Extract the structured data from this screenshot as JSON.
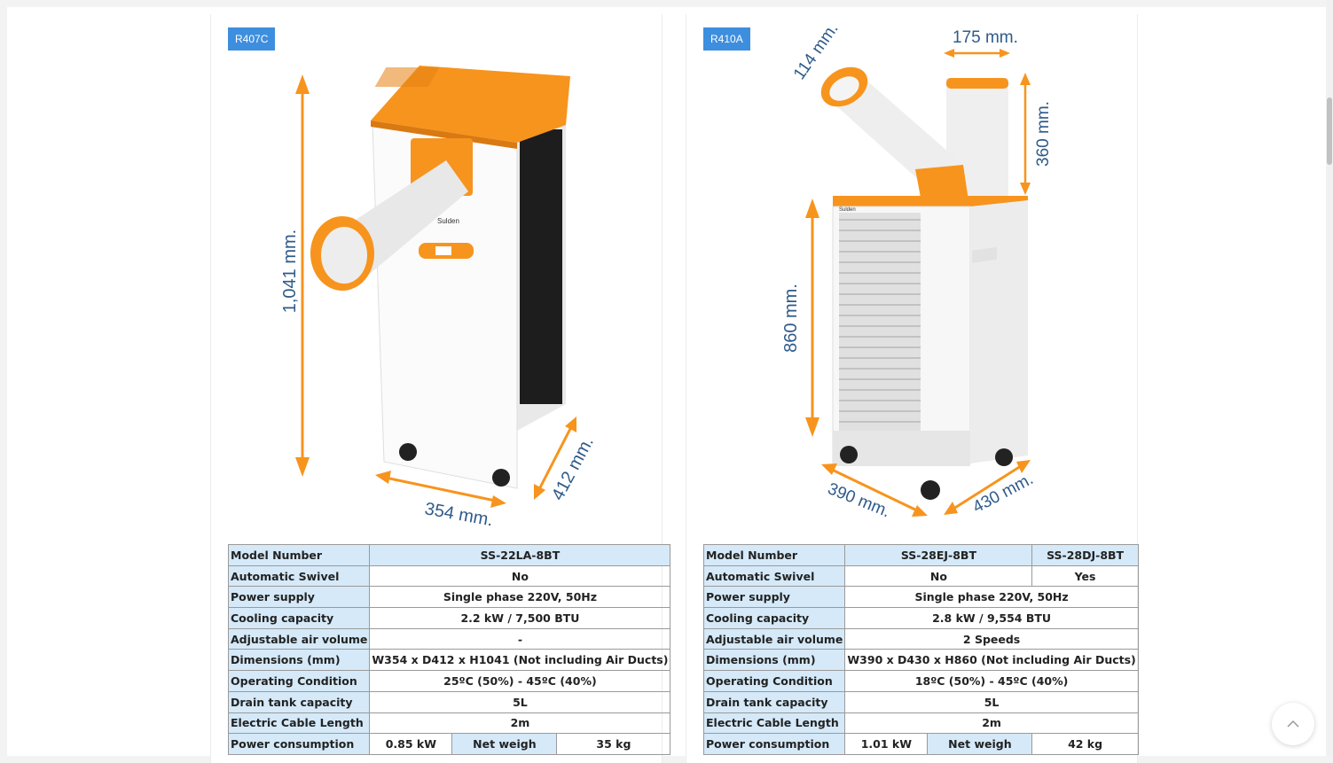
{
  "products": [
    {
      "refrigerant": "R407C",
      "dimensions_labels": {
        "height": "1,041 mm.",
        "width": "354 mm.",
        "depth": "412 mm."
      },
      "brand_mark": "Sulden",
      "specs": {
        "model_label": "Model Number",
        "model_value": "SS-22LA-8BT",
        "swivel_label": "Automatic Swivel",
        "swivel_value": "No",
        "power_label": "Power supply",
        "power_value": "Single phase 220V, 50Hz",
        "cooling_label": "Cooling capacity",
        "cooling_value": "2.2 kW / 7,500 BTU",
        "air_label": "Adjustable air volume",
        "air_value": "-",
        "dims_label": "Dimensions (mm)",
        "dims_value": "W354 x D412 x H1041 (Not including Air Ducts)",
        "operating_label": "Operating Condition",
        "operating_value": "25ºC (50%) - 45ºC (40%)",
        "drain_label": "Drain tank capacity",
        "drain_value": "5L",
        "cable_label": "Electric Cable Length",
        "cable_value": "2m",
        "consumption_label": "Power consumption",
        "consumption_value": "0.85 kW",
        "weight_label": "Net weigh",
        "weight_value": "35 kg"
      }
    },
    {
      "refrigerant": "R410A",
      "dimensions_labels": {
        "duct_side": "114 mm.",
        "duct_top": "175 mm.",
        "duct_height": "360 mm.",
        "height": "860 mm.",
        "width": "390 mm.",
        "depth": "430 mm."
      },
      "brand_mark": "Sulden",
      "specs": {
        "model_label": "Model Number",
        "model_value_a": "SS-28EJ-8BT",
        "model_value_b": "SS-28DJ-8BT",
        "swivel_label": "Automatic Swivel",
        "swivel_value_a": "No",
        "swivel_value_b": "Yes",
        "power_label": "Power supply",
        "power_value": "Single phase 220V, 50Hz",
        "cooling_label": "Cooling capacity",
        "cooling_value": "2.8 kW / 9,554 BTU",
        "air_label": "Adjustable air volume",
        "air_value": "2 Speeds",
        "dims_label": "Dimensions (mm)",
        "dims_value": "W390 x D430 x H860 (Not including Air Ducts)",
        "operating_label": "Operating Condition",
        "operating_value": "18ºC (50%) - 45ºC (40%)",
        "drain_label": "Drain tank capacity",
        "drain_value": "5L",
        "cable_label": "Electric Cable Length",
        "cable_value": "2m",
        "consumption_label": "Power consumption",
        "consumption_value": "1.01 kW",
        "weight_label": "Net weigh",
        "weight_value": "42 kg"
      }
    }
  ],
  "icons": {
    "back_to_top": "chevron-up-icon"
  },
  "colors": {
    "accent_orange": "#f7941d",
    "badge_blue": "#3d8ede",
    "table_header": "#d5e9f8",
    "dimension_text": "#2f5b8a"
  }
}
